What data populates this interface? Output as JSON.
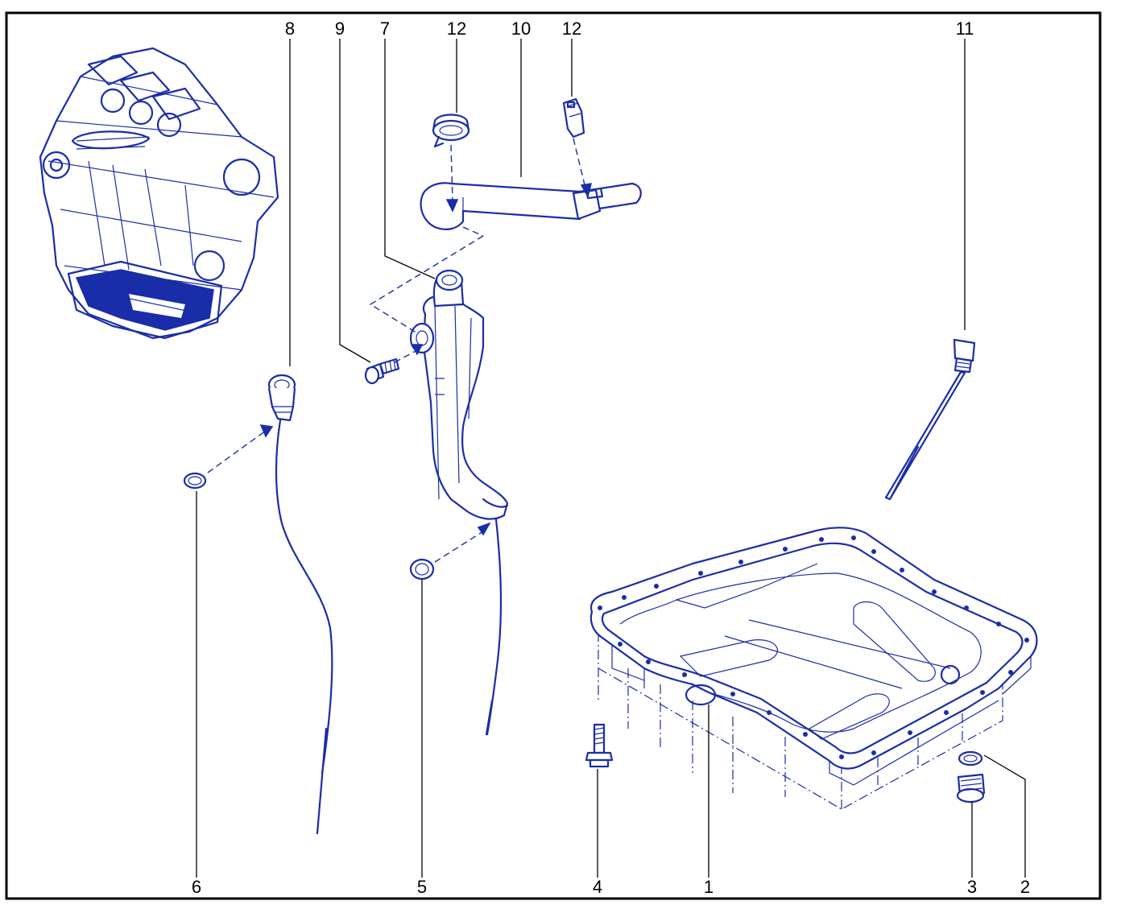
{
  "labels": {
    "l1": "1",
    "l2": "2",
    "l3": "3",
    "l4": "4",
    "l5": "5",
    "l6": "6",
    "l7": "7",
    "l8": "8",
    "l9": "9",
    "l10": "10",
    "l11": "11",
    "l12a": "12",
    "l12b": "12"
  },
  "colors": {
    "line_art": "#1a2da8",
    "border": "#000000",
    "background": "#ffffff"
  }
}
